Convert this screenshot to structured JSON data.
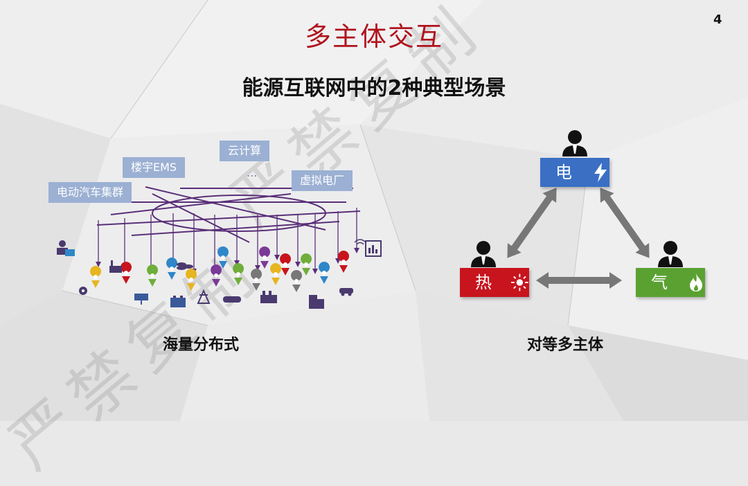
{
  "page": {
    "title": "多主体交互",
    "number": "4",
    "subtitle": "能源互联网中的2种典型场景",
    "watermark": "严禁复制"
  },
  "left": {
    "labels": [
      "云计算",
      "楼宇EMS",
      "虚拟电厂",
      "电动汽车集群"
    ],
    "ellipsis": "...",
    "caption": "海量分布式"
  },
  "right": {
    "caption": "对等多主体",
    "nodes": {
      "elec": {
        "label": "电",
        "color": "#3a6fc4",
        "icon": "lightning-icon"
      },
      "heat": {
        "label": "热",
        "color": "#c8141d",
        "icon": "sun-icon"
      },
      "gas": {
        "label": "气",
        "color": "#5aa132",
        "icon": "flame-icon"
      }
    }
  },
  "colors": {
    "accent": "#b0141d",
    "network": "#5a2f78",
    "label_bg": "#9bb0d3",
    "arrow": "#777777"
  }
}
